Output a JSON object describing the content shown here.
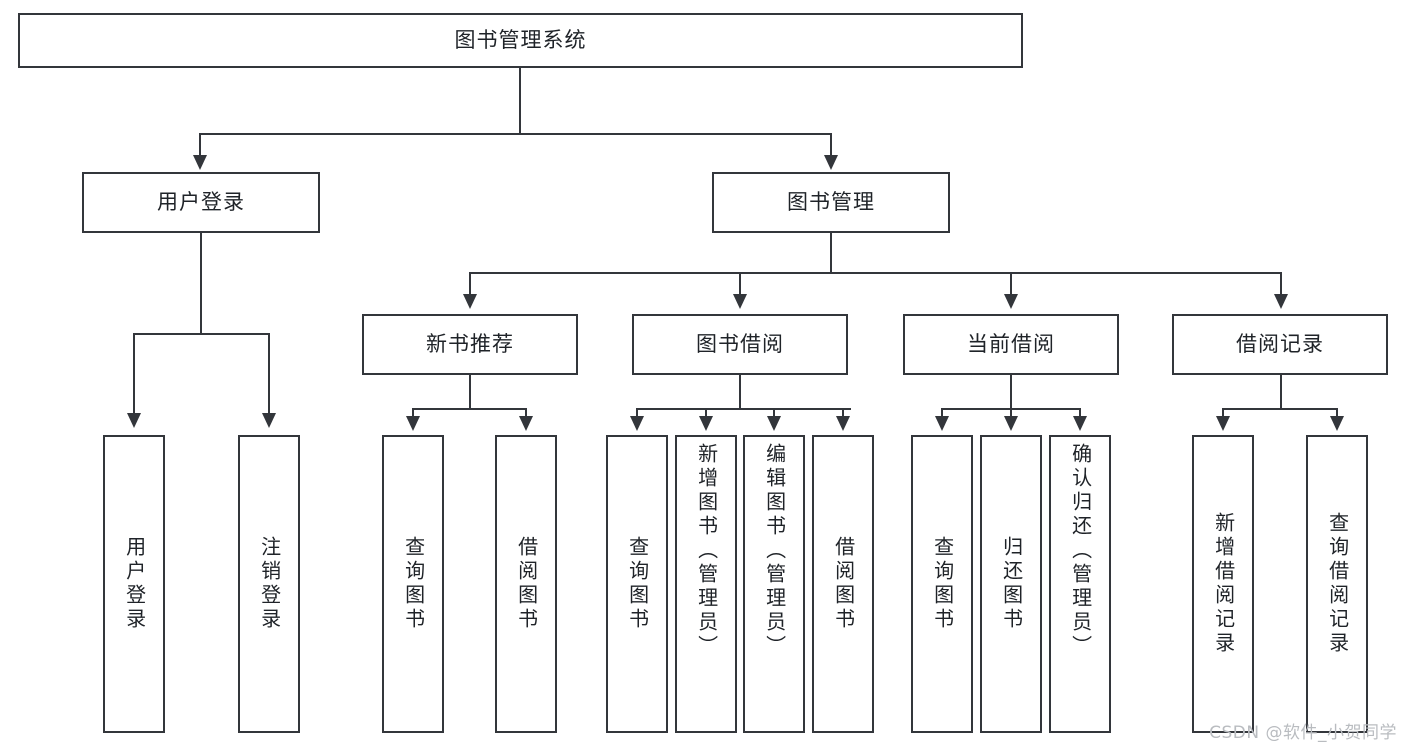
{
  "diagram": {
    "title": "图书管理系统",
    "type": "hierarchy-tree",
    "root": {
      "label": "图书管理系统"
    },
    "level1": [
      {
        "label": "用户登录"
      },
      {
        "label": "图书管理"
      }
    ],
    "level2": [
      {
        "label": "新书推荐"
      },
      {
        "label": "图书借阅"
      },
      {
        "label": "当前借阅"
      },
      {
        "label": "借阅记录"
      }
    ],
    "leaves": {
      "user_login": [
        {
          "label": "用户登录"
        },
        {
          "label": "注销登录"
        }
      ],
      "new_book_recommend": [
        {
          "label": "查询图书"
        },
        {
          "label": "借阅图书"
        }
      ],
      "book_borrow": [
        {
          "label": "查询图书"
        },
        {
          "label": "新增图书（管理员）"
        },
        {
          "label": "编辑图书（管理员）"
        },
        {
          "label": "借阅图书"
        }
      ],
      "current_borrow": [
        {
          "label": "查询图书"
        },
        {
          "label": "归还图书"
        },
        {
          "label": "确认归还（管理员）"
        }
      ],
      "borrow_record": [
        {
          "label": "新增借阅记录"
        },
        {
          "label": "查询借阅记录"
        }
      ]
    }
  },
  "watermark": {
    "text": "CSDN @软件_小贺同学"
  },
  "colors": {
    "stroke": "#33363b",
    "fill": "#ffffff",
    "text": "#1f2328",
    "watermark": "#b9bcc0"
  }
}
